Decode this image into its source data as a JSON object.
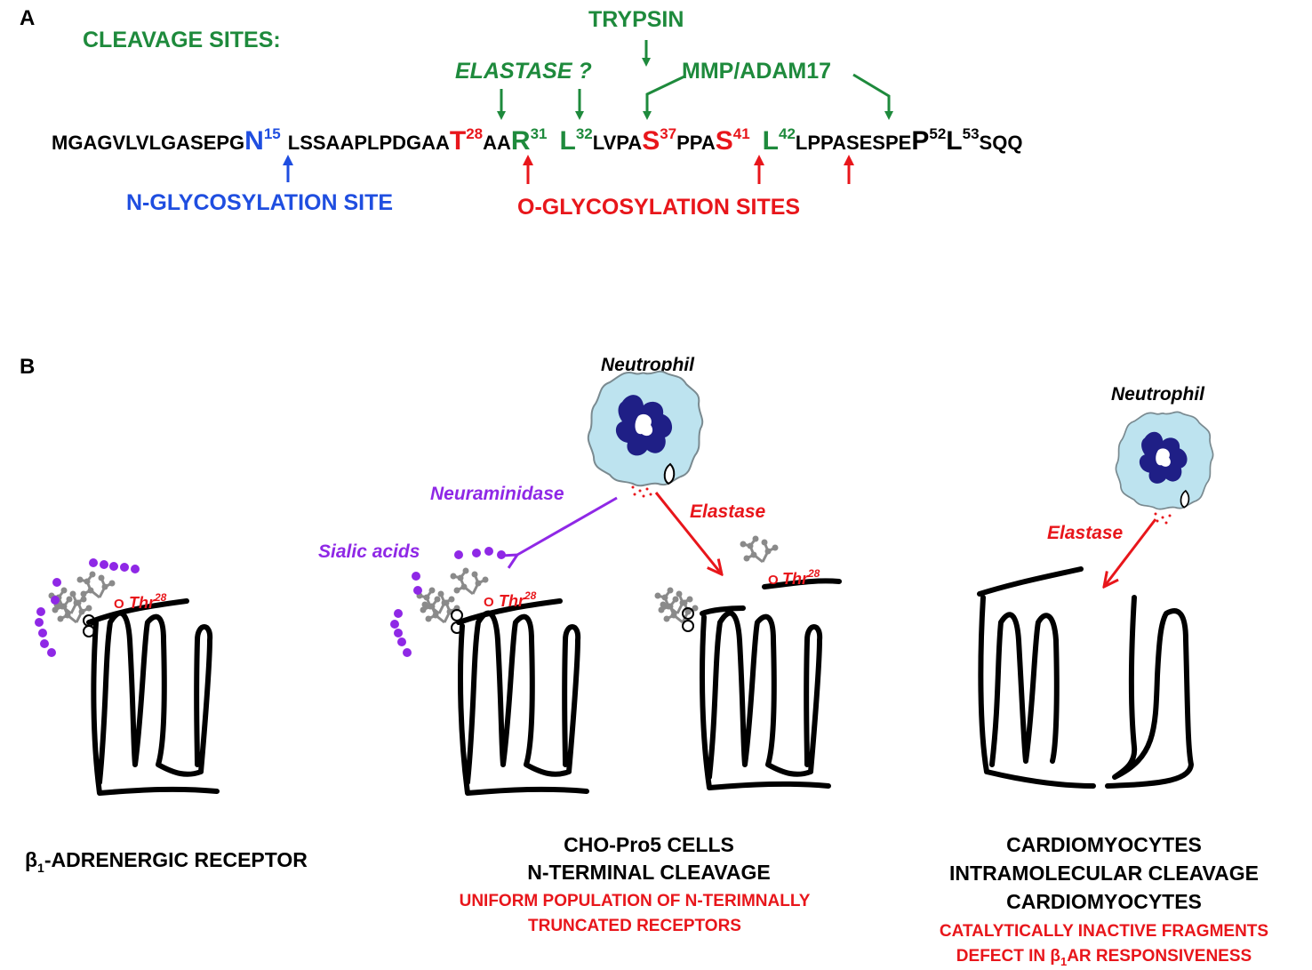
{
  "colors": {
    "black": "#000000",
    "green": "#1e8a3c",
    "red": "#e8161b",
    "blue": "#1f4ee0",
    "purple": "#8f28e6",
    "gray": "#8a8a8a",
    "cell_fill": "#bde3ef",
    "nucleus": "#1f1f86"
  },
  "panel_a": {
    "label": "A",
    "cleavage_title": "CLEAVAGE SITES:",
    "trypsin": "TRYPSIN",
    "elastase": "ELASTASE ?",
    "mmp": "MMP/ADAM17",
    "sequence": {
      "s1": "MGAGVLVLGASEPG",
      "n": "N",
      "n_sup": "15",
      "s2": "LSSAAPLPDGAA",
      "t": "T",
      "t_sup": "28",
      "s3": "AA",
      "r": "R",
      "r_sup": "31",
      "l32": "L",
      "l32_sup": "32",
      "s4": "LVPA",
      "s37": "S",
      "s37_sup": "37",
      "s5": "PPA",
      "s41": "S",
      "s41_sup": "41",
      "l42": "L",
      "l42_sup": "42",
      "s6": "LPPASESPE",
      "p": "P",
      "p_sup": "52",
      "l53": "L",
      "l53_sup": "53",
      "s7": "SQQ"
    },
    "n_glyco": "N-GLYCOSYLATION SITE",
    "o_glyco": "O-GLYCOSYLATION SITES"
  },
  "panel_b": {
    "label": "B",
    "neutrophil": "Neutrophil",
    "neuraminidase": "Neuraminidase",
    "elastase": "Elastase",
    "sialic_acids": "Sialic acids",
    "o_label": "O",
    "thr": "Thr",
    "thr_sup": "28",
    "receptor_caption_beta": "β",
    "receptor_caption_sub": "1",
    "receptor_caption_rest": "-ADRENERGIC RECEPTOR",
    "cho_line1": "CHO-Pro5 CELLS",
    "cho_line2": "N-TERMINAL CLEAVAGE",
    "cho_red1": "UNIFORM POPULATION OF N-TERIMNALLY",
    "cho_red2": "TRUNCATED RECEPTORS",
    "cardio_line1": "CARDIOMYOCYTES",
    "cardio_line2": "INTRAMOLECULAR CLEAVAGE",
    "cardio_line3": "CARDIOMYOCYTES",
    "cardio_red1": "CATALYTICALLY INACTIVE FRAGMENTS",
    "cardio_red2_pre": "DEFECT IN β",
    "cardio_red2_sub": "1",
    "cardio_red2_post": "AR RESPONSIVENESS"
  }
}
